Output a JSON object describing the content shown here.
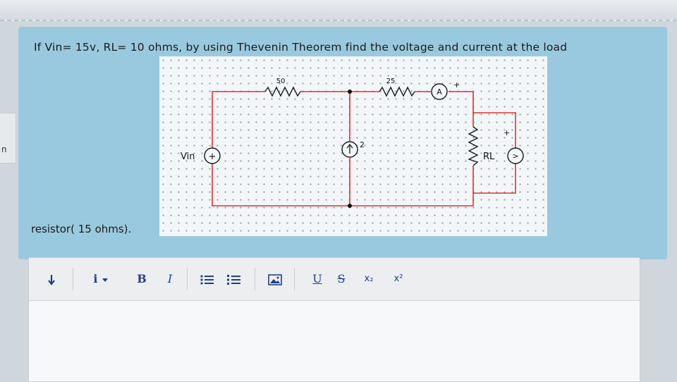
{
  "question": {
    "line1": "If Vin= 15v, RL= 10 ohms, by using Thevenin Theorem find the voltage and current at the load",
    "line2": "resistor( 15 ohms)."
  },
  "circuit": {
    "r1_label": "50",
    "r2_label": "25",
    "ammeter_label": "A",
    "plus_sign": "+",
    "vin_label": "Vin",
    "vin_sign": "+",
    "current_source_label": "2",
    "rl_label": "RL",
    "voltmeter_label": ">",
    "wire_color": "#e0302e"
  },
  "sidebar": {
    "partial_char": "n"
  },
  "toolbar": {
    "style_label": "i",
    "bold_label": "B",
    "italic_label": "I",
    "underline_label": "U",
    "strike_label": "S",
    "subscript_label": "x₂",
    "superscript_label": "x²"
  }
}
